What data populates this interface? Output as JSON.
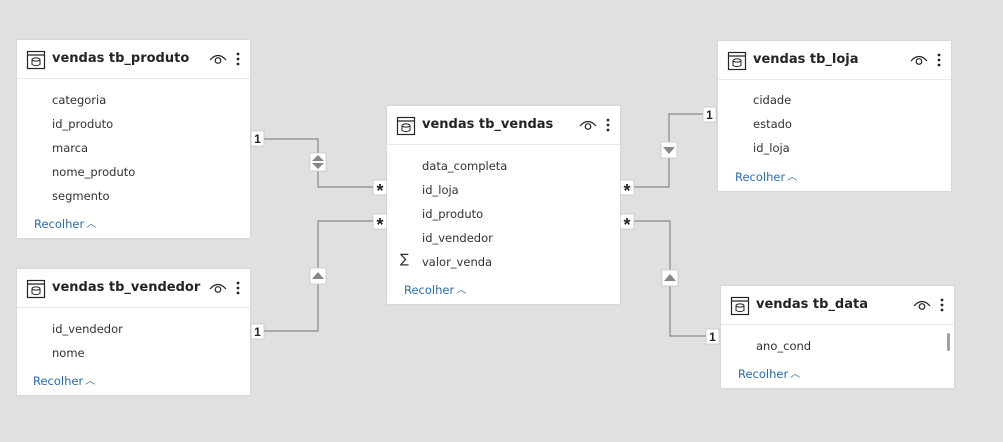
{
  "collapse_label": "Recolher",
  "tables": [
    {
      "title": "vendas tb_produto",
      "fields": [
        {
          "name": "categoria",
          "icon": ""
        },
        {
          "name": "id_produto",
          "icon": ""
        },
        {
          "name": "marca",
          "icon": ""
        },
        {
          "name": "nome_produto",
          "icon": ""
        },
        {
          "name": "segmento",
          "icon": ""
        }
      ]
    },
    {
      "title": "vendas tb_vendedor",
      "fields": [
        {
          "name": "id_vendedor",
          "icon": ""
        },
        {
          "name": "nome",
          "icon": ""
        }
      ]
    },
    {
      "title": "vendas tb_vendas",
      "fields": [
        {
          "name": "data_completa",
          "icon": ""
        },
        {
          "name": "id_loja",
          "icon": ""
        },
        {
          "name": "id_produto",
          "icon": ""
        },
        {
          "name": "id_vendedor",
          "icon": ""
        },
        {
          "name": "valor_venda",
          "icon": "∑"
        }
      ]
    },
    {
      "title": "vendas tb_loja",
      "fields": [
        {
          "name": "cidade",
          "icon": ""
        },
        {
          "name": "estado",
          "icon": ""
        },
        {
          "name": "id_loja",
          "icon": ""
        }
      ]
    },
    {
      "title": "vendas tb_data",
      "fields": [
        {
          "name": "ano_cond",
          "icon": ""
        }
      ]
    }
  ],
  "relationships": [
    {
      "from_table": "vendas tb_produto",
      "to_table": "vendas tb_vendas",
      "from_cardinality": "1",
      "to_cardinality": "*",
      "filter_direction": "both"
    },
    {
      "from_table": "vendas tb_vendedor",
      "to_table": "vendas tb_vendas",
      "from_cardinality": "1",
      "to_cardinality": "*",
      "filter_direction": "single"
    },
    {
      "from_table": "vendas tb_loja",
      "to_table": "vendas tb_vendas",
      "from_cardinality": "1",
      "to_cardinality": "*",
      "filter_direction": "single"
    },
    {
      "from_table": "vendas tb_data",
      "to_table": "vendas tb_vendas",
      "from_cardinality": "1",
      "to_cardinality": "*",
      "filter_direction": "single"
    }
  ],
  "colors": {
    "canvas": "#e1e0de",
    "card": "#ffffff",
    "link": "#2b6cb0",
    "line": "#8a8886"
  }
}
